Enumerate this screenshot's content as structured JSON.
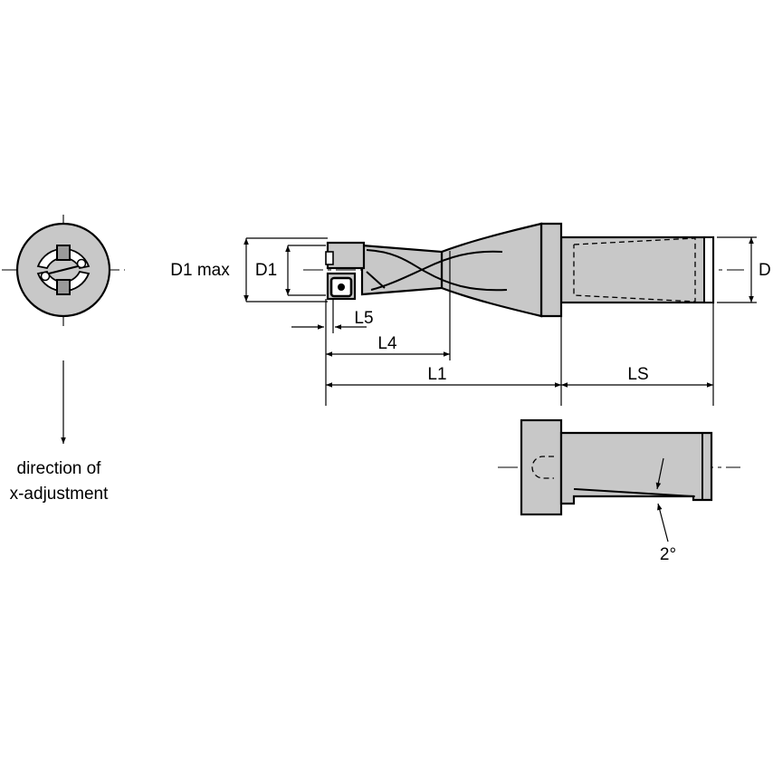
{
  "labels": {
    "d1_max": "D1 max",
    "d1": "D1",
    "d": "D",
    "l5": "L5",
    "l4": "L4",
    "l1": "L1",
    "ls": "LS",
    "angle": "2°",
    "adjust_line1": "direction of",
    "adjust_line2": "x-adjustment"
  }
}
